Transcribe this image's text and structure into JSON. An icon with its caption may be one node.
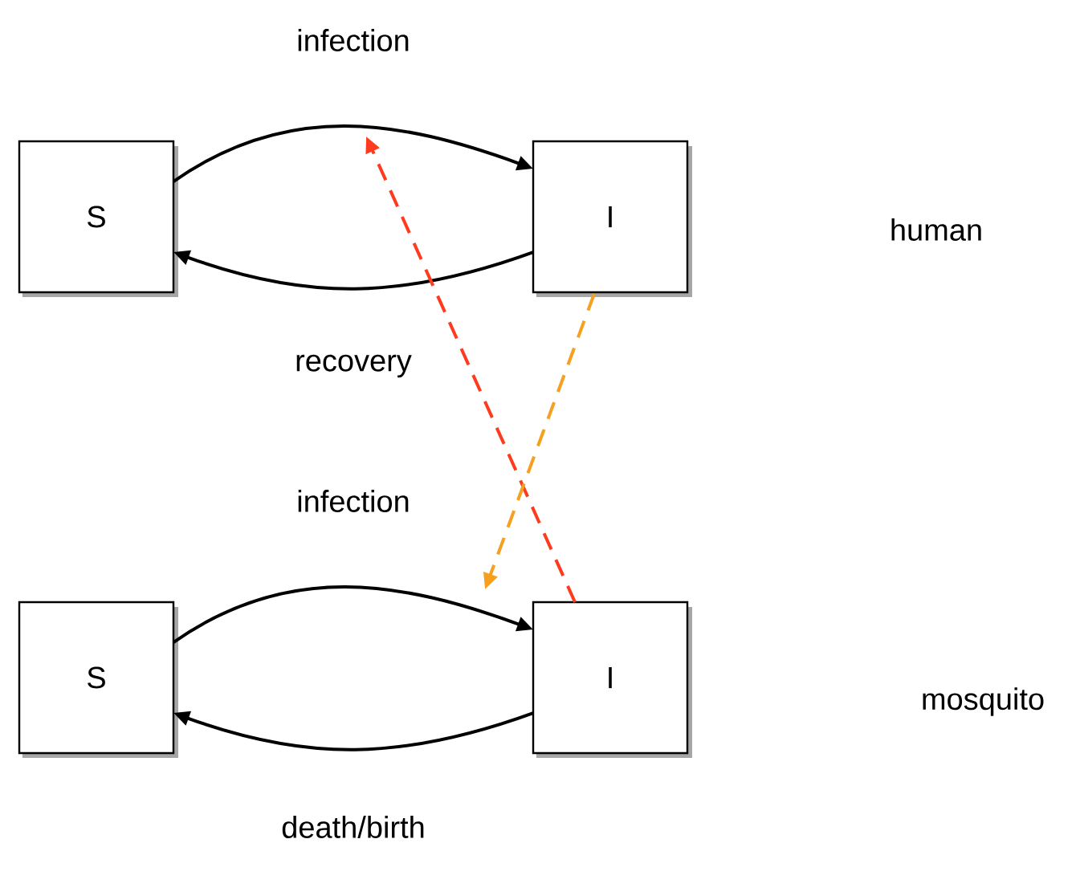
{
  "diagram": {
    "nodes": [
      {
        "text": [
          "S"
        ]
      },
      {
        "text": [
          "I"
        ]
      },
      {
        "text": [
          "S"
        ]
      },
      {
        "text": [
          "I"
        ]
      }
    ],
    "edges": [
      {
        "from": 0,
        "to": 1,
        "arrow": "to",
        "label": "infection"
      },
      {
        "from": 1,
        "to": 0,
        "arrow": "to",
        "label": "recovery"
      },
      {
        "from": 2,
        "to": 3,
        "arrow": "to",
        "label": "infection"
      },
      {
        "from": 3,
        "to": 2,
        "arrow": "to",
        "label": "death/birth"
      },
      {
        "from": 3,
        "to": null,
        "arrow": "to",
        "style": "dashed",
        "color": "#ff3b1f"
      },
      {
        "from": 1,
        "to": null,
        "arrow": "to",
        "style": "dashed",
        "color": "#f5a01e"
      }
    ],
    "labels": [
      "human",
      "mosquito"
    ]
  }
}
